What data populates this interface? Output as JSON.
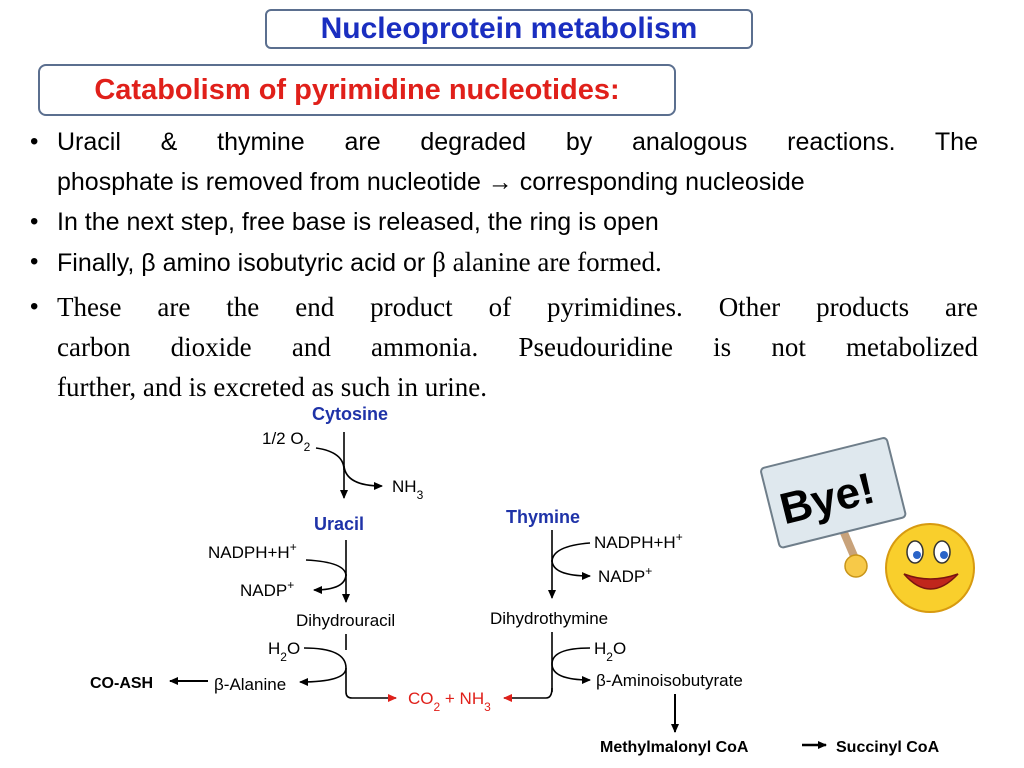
{
  "title": "Nucleoprotein metabolism",
  "subtitle": "Catabolism of pyrimidine nucleotides:",
  "bullets": {
    "b1_line1": "Uracil & thymine are degraded by analogous reactions. The",
    "b1_line2": "phosphate is removed from nucleotide → corresponding nucleoside",
    "b2": "In the next step, free base is released, the ring is open",
    "b3_part1": "Finally, β amino isobutyric acid or ",
    "b3_part2": "β alanine are formed.",
    "b4_line1": "These are the end product of pyrimidines. Other products are",
    "b4_line2": "carbon dioxide and ammonia. Pseudouridine is not metabolized",
    "b4_line3": "further, and is excreted as such in urine."
  },
  "bullet_char": "•",
  "diagram": {
    "cytosine": "Cytosine",
    "half_o2": "1/2 O",
    "o2_sub": "2",
    "nh3_1": "NH",
    "nh3_sub": "3",
    "uracil": "Uracil",
    "thymine": "Thymine",
    "nadph_left": "NADPH+H",
    "nadp_left": "NADP",
    "plus_sup": "+",
    "dihydrouracil": "Dihydrouracil",
    "nadph_right": "NADPH+H",
    "nadp_right": "NADP",
    "dihydrothymine": "Dihydrothymine",
    "h2o_left": "H",
    "h2o_left_sub": "2",
    "h2o_left_o": "O",
    "h2o_right": "H",
    "h2o_right_sub": "2",
    "h2o_right_o": "O",
    "beta_alanine": "β-Alanine",
    "beta_aminoisobutyrate": "β-Aminoisobutyrate",
    "co2": "CO",
    "co2_sub": "2",
    "plus_nh": " + NH",
    "nh_sub": "3",
    "co_ash": "CO-ASH",
    "methylmalonyl": "Methylmalonyl CoA",
    "succinyl": "Succinyl CoA"
  },
  "sign_text": "Bye!",
  "colors": {
    "title": "#1a2ec0",
    "subtitle": "#e0201a",
    "box_border": "#5b6f8f",
    "diagram_label_blue": "#1f33a8",
    "co2_red": "#e0201a"
  }
}
